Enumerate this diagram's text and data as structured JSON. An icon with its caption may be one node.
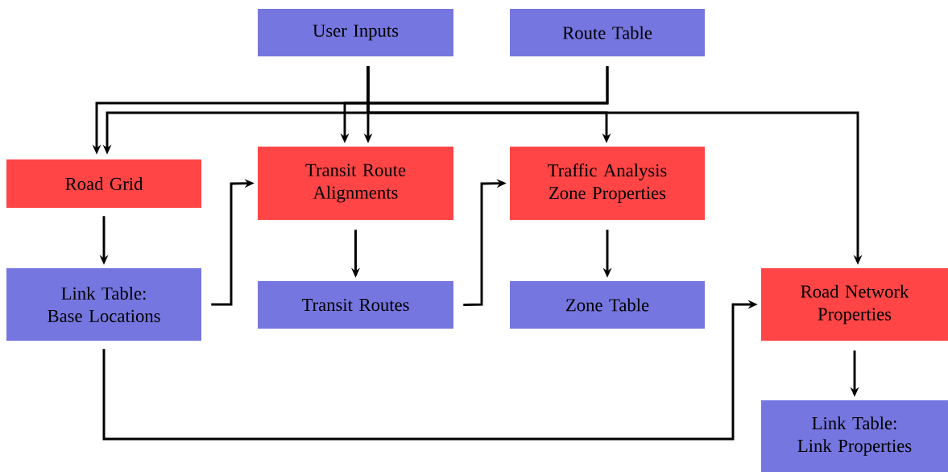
{
  "diagram": {
    "nodes": [
      {
        "text": [
          "User Inputs"
        ]
      },
      {
        "text": [
          "Route Table"
        ]
      },
      {
        "text": [
          "Road Grid"
        ]
      },
      {
        "text": [
          "Transit Route Alignments"
        ]
      },
      {
        "text": [
          "Traffic Analysis Zone Properties"
        ]
      },
      {
        "text": [
          "Link Table: Base Locations"
        ]
      },
      {
        "text": [
          "Transit Routes"
        ]
      },
      {
        "text": [
          "Zone Table"
        ]
      },
      {
        "text": [
          "Road Network Properties"
        ]
      },
      {
        "text": [
          "Link Table: Link Properties"
        ]
      }
    ],
    "edges": [
      {
        "from": 0,
        "to": 2,
        "arrow": "to"
      },
      {
        "from": 0,
        "to": 3,
        "arrow": "to"
      },
      {
        "from": 0,
        "to": 4,
        "arrow": "to"
      },
      {
        "from": 0,
        "to": 8,
        "arrow": "to"
      },
      {
        "from": 1,
        "to": 2,
        "arrow": "to"
      },
      {
        "from": 1,
        "to": 3,
        "arrow": "to"
      },
      {
        "from": 2,
        "to": 5,
        "arrow": "to"
      },
      {
        "from": 5,
        "to": 3,
        "arrow": "to"
      },
      {
        "from": 3,
        "to": 6,
        "arrow": "to"
      },
      {
        "from": 6,
        "to": 4,
        "arrow": "to"
      },
      {
        "from": 4,
        "to": 7,
        "arrow": "to"
      },
      {
        "from": 5,
        "to": 8,
        "arrow": "to"
      },
      {
        "from": 8,
        "to": 9,
        "arrow": "to"
      }
    ]
  }
}
